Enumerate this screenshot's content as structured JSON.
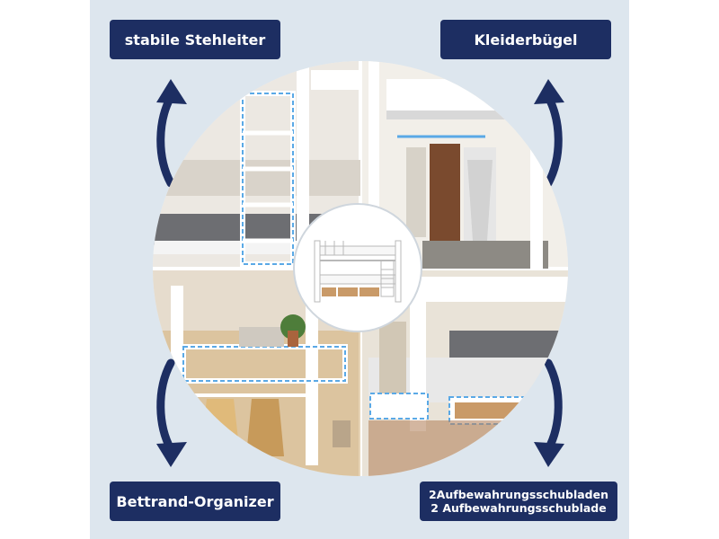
{
  "labels": {
    "top_left": "stabile Stehleiter",
    "top_right": "Kleiderbügel",
    "bottom_left": "Bettrand-Organizer",
    "bottom_right_line1": "2Aufbewahrungsschubladen",
    "bottom_right_line2": "2 Aufbewahrungsschublade"
  },
  "icons": {
    "arrow_up": "arrow-up-icon",
    "arrow_down": "arrow-down-icon"
  },
  "colors": {
    "label_bg": "#1d2e62",
    "arrow": "#1d2e62",
    "panel_bg": "#dde6ee",
    "highlight": "#5aa9e6"
  }
}
